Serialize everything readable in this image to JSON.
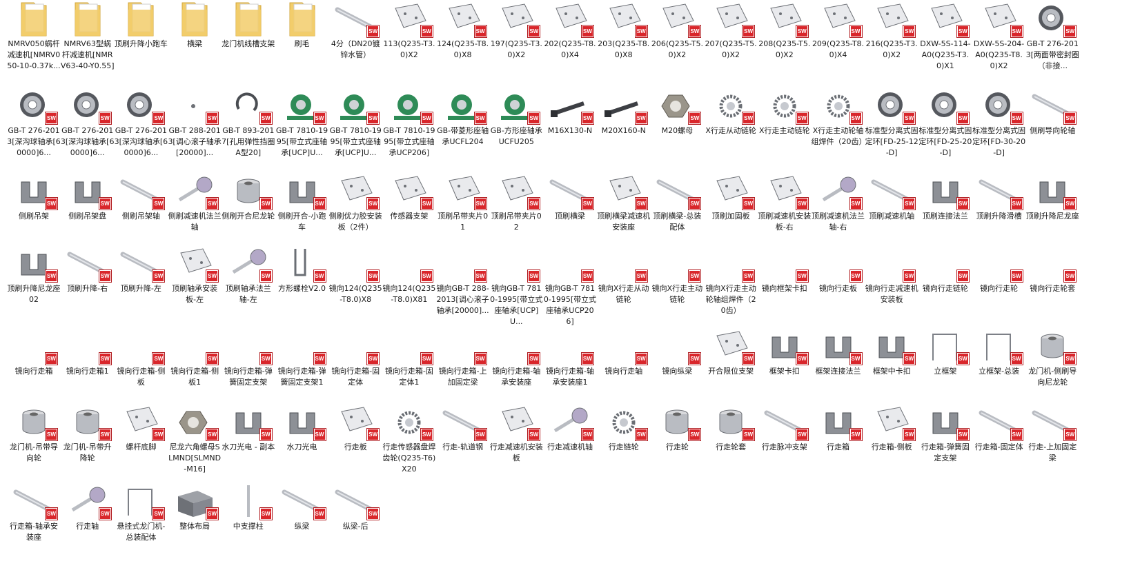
{
  "colors": {
    "badge": "#d9262b",
    "folder": "#f2cd6b",
    "part": "#b9bcc2",
    "bearing_block": "#2e8b57"
  },
  "items": [
    {
      "icon": "folder",
      "label": "NMRV050蜗杆减速机[NMRV050-10-0.37k..."
    },
    {
      "icon": "folder",
      "label": "NMRV63型蜗杆减速机[NMRV63-40-Y0.55]"
    },
    {
      "icon": "folder",
      "label": "顶刷升降小跑车"
    },
    {
      "icon": "folder",
      "label": "横梁"
    },
    {
      "icon": "folder",
      "label": "龙门机线槽支架"
    },
    {
      "icon": "folder",
      "label": "刷毛"
    },
    {
      "icon": "rod",
      "label": "4分（DN20镀锌水管）"
    },
    {
      "icon": "plate",
      "label": "113(Q235-T3.0)X2"
    },
    {
      "icon": "plate",
      "label": "124(Q235-T8.0)X8"
    },
    {
      "icon": "plate",
      "label": "197(Q235-T3.0)X2"
    },
    {
      "icon": "plate",
      "label": "202(Q235-T8.0)X4"
    },
    {
      "icon": "plate",
      "label": "203(Q235-T8.0)X8"
    },
    {
      "icon": "plate",
      "label": "206(Q235-T5.0)X2"
    },
    {
      "icon": "plate",
      "label": "207(Q235-T5.0)X2"
    },
    {
      "icon": "plate",
      "label": "208(Q235-T5.0)X2"
    },
    {
      "icon": "plate",
      "label": "209(Q235-T8.0)X4"
    },
    {
      "icon": "plate",
      "label": "216(Q235-T3.0)X2"
    },
    {
      "icon": "plate",
      "label": "DXW-5S-114-A0(Q235-T3.0)X1"
    },
    {
      "icon": "plate",
      "label": "DXW-5S-204-A0(Q235-T8.0)X2"
    },
    {
      "icon": "bearing",
      "label": "GB-T 276-2013[两面带密封圈（非接..."
    },
    {
      "icon": "bearing",
      "label": "GB-T 276-2013[深沟球轴承[60000]6..."
    },
    {
      "icon": "bearing",
      "label": "GB-T 276-2013[深沟球轴承[60000]6..."
    },
    {
      "icon": "bearing",
      "label": "GB-T 276-2013[深沟球轴承[60000]6..."
    },
    {
      "icon": "small",
      "label": "GB-T 288-2013[调心滚子轴承[20000]..."
    },
    {
      "icon": "ring",
      "label": "GB-T 893-2017[孔用弹性挡圈A型20]"
    },
    {
      "icon": "block",
      "label": "GB-T 7810-1995[带立式座轴承[UCP]U..."
    },
    {
      "icon": "block",
      "label": "GB-T 7810-1995[带立式座轴承[UCP]U..."
    },
    {
      "icon": "block",
      "label": "GB-T 7810-1995[带立式座轴承UCP206]"
    },
    {
      "icon": "block",
      "label": "GB-带菱形座轴承UCFL204"
    },
    {
      "icon": "block",
      "label": "GB-方形座轴承UCFU205"
    },
    {
      "icon": "bolt",
      "label": "M16X130-N"
    },
    {
      "icon": "bolt",
      "label": "M20X160-N"
    },
    {
      "icon": "nut",
      "label": "M20螺母"
    },
    {
      "icon": "gear",
      "label": "X行走从动链轮"
    },
    {
      "icon": "gear",
      "label": "X行走主动链轮"
    },
    {
      "icon": "gear",
      "label": "X行走主动轮轴组焊件（20齿）"
    },
    {
      "icon": "bearing",
      "label": "标准型分离式固定环[FD-25-12-D]"
    },
    {
      "icon": "bearing",
      "label": "标准型分离式固定环[FD-25-20-D]"
    },
    {
      "icon": "bearing",
      "label": "标准型分离式固定环[FD-30-20-D]"
    },
    {
      "icon": "rod",
      "label": "侧刷导向轮轴"
    },
    {
      "icon": "bracket",
      "label": "侧刷吊架"
    },
    {
      "icon": "bracket",
      "label": "侧刷吊架盘"
    },
    {
      "icon": "rod",
      "label": "侧刷吊架轴"
    },
    {
      "icon": "shaft",
      "label": "侧刷减速机法兰轴"
    },
    {
      "icon": "cyl",
      "label": "侧刷开合尼龙轮"
    },
    {
      "icon": "bracket",
      "label": "侧刷开合-小跑车"
    },
    {
      "icon": "plate",
      "label": "侧刷优力胶安装板（2件）"
    },
    {
      "icon": "plate",
      "label": "传感器支架"
    },
    {
      "icon": "plate",
      "label": "顶刷吊带夹片01"
    },
    {
      "icon": "plate",
      "label": "顶刷吊带夹片02"
    },
    {
      "icon": "rod",
      "label": "顶刷横梁"
    },
    {
      "icon": "plate",
      "label": "顶刷横梁减速机安装座"
    },
    {
      "icon": "rod",
      "label": "顶刷横梁-总装配体"
    },
    {
      "icon": "plate",
      "label": "顶刷加固板"
    },
    {
      "icon": "plate",
      "label": "顶刷减速机安装板-右"
    },
    {
      "icon": "shaft",
      "label": "顶刷减速机法兰轴-右"
    },
    {
      "icon": "rod",
      "label": "顶刷减速机轴"
    },
    {
      "icon": "bracket",
      "label": "顶刷连接法兰"
    },
    {
      "icon": "rod",
      "label": "顶刷升降滑槽"
    },
    {
      "icon": "bracket",
      "label": "顶刷升降尼龙座"
    },
    {
      "icon": "bracket",
      "label": "顶刷升降尼龙座02"
    },
    {
      "icon": "rod",
      "label": "顶刷升降-右"
    },
    {
      "icon": "rod",
      "label": "顶刷升降-左"
    },
    {
      "icon": "plate",
      "label": "顶刷轴承安装板-左"
    },
    {
      "icon": "shaft",
      "label": "顶刷轴承法兰轴-左"
    },
    {
      "icon": "ubolt",
      "label": "方形螺栓V2.0"
    },
    {
      "icon": "blank",
      "label": "镜向124(Q235-T8.0)X8"
    },
    {
      "icon": "blank",
      "label": "镜向124(Q235-T8.0)X81"
    },
    {
      "icon": "blank",
      "label": "镜向GB-T 288-2013[调心滚子轴承[20000]..."
    },
    {
      "icon": "blank",
      "label": "镜向GB-T 7810-1995[带立式座轴承[UCP]U..."
    },
    {
      "icon": "blank",
      "label": "镜向GB-T 7810-1995[带立式座轴承UCP206]"
    },
    {
      "icon": "blank",
      "label": "镜向X行走从动链轮"
    },
    {
      "icon": "blank",
      "label": "镜向X行走主动链轮"
    },
    {
      "icon": "blank",
      "label": "镜向X行走主动轮轴组焊件（20齿）"
    },
    {
      "icon": "blank",
      "label": "镜向框架卡扣"
    },
    {
      "icon": "blank",
      "label": "镜向行走板"
    },
    {
      "icon": "blank",
      "label": "镜向行走减速机安装板"
    },
    {
      "icon": "blank",
      "label": "镜向行走链轮"
    },
    {
      "icon": "blank",
      "label": "镜向行走轮"
    },
    {
      "icon": "blank",
      "label": "镜向行走轮套"
    },
    {
      "icon": "blank",
      "label": "镜向行走箱"
    },
    {
      "icon": "blank",
      "label": "镜向行走箱1"
    },
    {
      "icon": "blank",
      "label": "镜向行走箱-侧板"
    },
    {
      "icon": "blank",
      "label": "镜向行走箱-侧板1"
    },
    {
      "icon": "blank",
      "label": "镜向行走箱-弹簧固定支架"
    },
    {
      "icon": "blank",
      "label": "镜向行走箱-弹簧固定支架1"
    },
    {
      "icon": "blank",
      "label": "镜向行走箱-固定体"
    },
    {
      "icon": "blank",
      "label": "镜向行走箱-固定体1"
    },
    {
      "icon": "blank",
      "label": "镜向行走箱-上加固定梁"
    },
    {
      "icon": "blank",
      "label": "镜向行走箱-轴承安装座"
    },
    {
      "icon": "blank",
      "label": "镜向行走箱-轴承安装座1"
    },
    {
      "icon": "blank",
      "label": "镜向行走轴"
    },
    {
      "icon": "blank",
      "label": "镜向纵梁"
    },
    {
      "icon": "plate",
      "label": "开合限位支架"
    },
    {
      "icon": "bracket",
      "label": "框架卡扣"
    },
    {
      "icon": "bracket",
      "label": "框架连接法兰"
    },
    {
      "icon": "bracket",
      "label": "框架中卡扣"
    },
    {
      "icon": "frame",
      "label": "立框架"
    },
    {
      "icon": "frame",
      "label": "立框架-总装"
    },
    {
      "icon": "cyl",
      "label": "龙门机-侧刷导向尼龙轮"
    },
    {
      "icon": "cyl",
      "label": "龙门机-吊带导向轮"
    },
    {
      "icon": "cyl",
      "label": "龙门机-吊带升降轮"
    },
    {
      "icon": "plate",
      "label": "螺杆底脚"
    },
    {
      "icon": "nut",
      "label": "尼龙六角螺母SLMND[SLMND-M16]"
    },
    {
      "icon": "bracket",
      "label": "水刀光电 - 副本"
    },
    {
      "icon": "bracket",
      "label": "水刀光电"
    },
    {
      "icon": "plate",
      "label": "行走板"
    },
    {
      "icon": "gear",
      "label": "行走传感器盘焊齿轮(Q235-T6)X20"
    },
    {
      "icon": "rod",
      "label": "行走-轨道钢"
    },
    {
      "icon": "plate",
      "label": "行走减速机安装板"
    },
    {
      "icon": "shaft",
      "label": "行走减速机轴"
    },
    {
      "icon": "gear",
      "label": "行走链轮"
    },
    {
      "icon": "cyl",
      "label": "行走轮"
    },
    {
      "icon": "cyl",
      "label": "行走轮套"
    },
    {
      "icon": "rod",
      "label": "行走脉冲支架"
    },
    {
      "icon": "bracket",
      "label": "行走箱"
    },
    {
      "icon": "plate",
      "label": "行走箱-侧板"
    },
    {
      "icon": "bracket",
      "label": "行走箱-弹簧固定支架"
    },
    {
      "icon": "rod",
      "label": "行走箱-固定体"
    },
    {
      "icon": "rod",
      "label": "行走-上加固定梁"
    },
    {
      "icon": "rod",
      "label": "行走箱-轴承安装座"
    },
    {
      "icon": "shaft",
      "label": "行走轴"
    },
    {
      "icon": "frame",
      "label": "悬挂式龙门机-总装配体"
    },
    {
      "icon": "box",
      "label": "整体布局"
    },
    {
      "icon": "post",
      "label": "中支撑柱"
    },
    {
      "icon": "rod",
      "label": "纵梁"
    },
    {
      "icon": "rod",
      "label": "纵梁-后"
    }
  ],
  "badge_text": "SW"
}
